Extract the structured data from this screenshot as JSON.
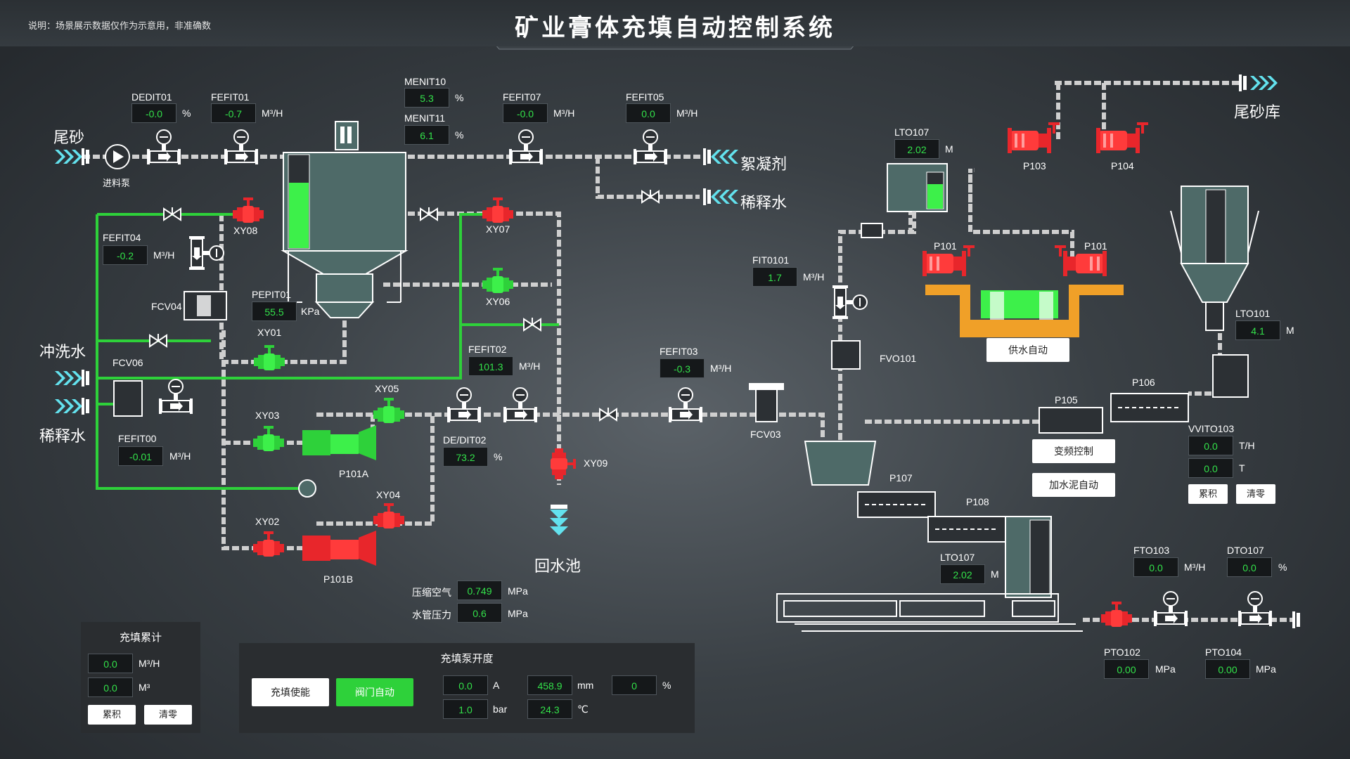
{
  "header": {
    "note": "说明：场景展示数据仅作为示意用，非准确数",
    "title": "矿业膏体充填自动控制系统"
  },
  "sources": {
    "tailings": "尾砂",
    "flush_water": "冲洗水",
    "dilution_water_left": "稀释水",
    "flocculant": "絮凝剂",
    "dilution_water_right": "稀释水",
    "tailings_store": "尾砂库",
    "return_pool": "回水池"
  },
  "instruments": {
    "dedit01": {
      "tag": "DEDIT01",
      "value": "-0.0",
      "unit": "%"
    },
    "fefit01": {
      "tag": "FEFIT01",
      "value": "-0.7",
      "unit": "M³/H"
    },
    "menit10": {
      "tag": "MENIT10",
      "value": "5.3",
      "unit": "%"
    },
    "menit11": {
      "tag": "MENIT11",
      "value": "6.1",
      "unit": "%"
    },
    "fefit07": {
      "tag": "FEFIT07",
      "value": "-0.0",
      "unit": "M³/H"
    },
    "fefit05": {
      "tag": "FEFIT05",
      "value": "0.0",
      "unit": "M³/H"
    },
    "fefit04": {
      "tag": "FEFIT04",
      "value": "-0.2",
      "unit": "M³/H"
    },
    "pepit01": {
      "tag": "PEPIT01",
      "value": "55.5",
      "unit": "KPa"
    },
    "fefit00": {
      "tag": "FEFIT00",
      "value": "-0.01",
      "unit": "M³/H"
    },
    "fefit02": {
      "tag": "FEFIT02",
      "value": "101.3",
      "unit": "M³/H"
    },
    "dedit02": {
      "tag": "DE/DIT02",
      "value": "73.2",
      "unit": "%"
    },
    "fefit03": {
      "tag": "FEFIT03",
      "value": "-0.3",
      "unit": "M³/H"
    },
    "fit0101": {
      "tag": "FIT0101",
      "value": "1.7",
      "unit": "M³/H"
    },
    "lto107a": {
      "tag": "LTO107",
      "value": "2.02",
      "unit": "M"
    },
    "lto101": {
      "tag": "LTO101",
      "value": "4.1",
      "unit": "M"
    },
    "vvito103": {
      "tag": "VVITO103",
      "value1": "0.0",
      "unit1": "T/H",
      "value2": "0.0",
      "unit2": "T"
    },
    "lto107b": {
      "tag": "LTO107",
      "value": "2.02",
      "unit": "M"
    },
    "fto103": {
      "tag": "FTO103",
      "value": "0.0",
      "unit": "M³/H"
    },
    "dto107": {
      "tag": "DTO107",
      "value": "0.0",
      "unit": "%"
    },
    "pto102": {
      "tag": "PTO102",
      "value": "0.00",
      "unit": "MPa"
    },
    "pto104": {
      "tag": "PTO104",
      "value": "0.00",
      "unit": "MPa"
    },
    "air": {
      "label": "压缩空气",
      "value": "0.749",
      "unit": "MPa"
    },
    "water_pressure": {
      "label": "水管压力",
      "value": "0.6",
      "unit": "MPa"
    }
  },
  "equipment": {
    "feed_pump": "进料泵",
    "fcv04": "FCV04",
    "fcv06": "FCV06",
    "xy08": "XY08",
    "xy07": "XY07",
    "xy06": "XY06",
    "xy01": "XY01",
    "xy05": "XY05",
    "xy03": "XY03",
    "xy04": "XY04",
    "xy02": "XY02",
    "xy09": "XY09",
    "p101a": "P101A",
    "p101b": "P101B",
    "fcv03": "FCV03",
    "fvo101": "FVO101",
    "p103": "P103",
    "p104": "P104",
    "p101_left": "P101",
    "p101_right": "P101",
    "p105": "P105",
    "p106": "P106",
    "p107": "P107",
    "p108": "P108"
  },
  "buttons": {
    "water_auto": "供水自动",
    "vfd_control": "变频控制",
    "cement_water_auto": "加水泥自动",
    "accumulate": "累积",
    "reset": "清零",
    "fill_enable": "充填使能",
    "valve_auto": "阀门自动"
  },
  "fill_total": {
    "title": "充填累计",
    "flow": "0.0",
    "flow_unit": "M³/H",
    "volume": "0.0",
    "volume_unit": "M³",
    "accumulate": "累积",
    "reset": "清零"
  },
  "pump_panel": {
    "title": "充填泵开度",
    "current": "0.0",
    "current_unit": "A",
    "stroke": "458.9",
    "stroke_unit": "mm",
    "opening": "0",
    "opening_unit": "%",
    "pressure": "1.0",
    "pressure_unit": "bar",
    "temperature": "24.3",
    "temperature_unit": "℃"
  },
  "colors": {
    "green": "#2ed13a",
    "red": "#e8262b",
    "pipe": "#c9c9c9",
    "tank": "#4e6a68",
    "orange": "#f0a028",
    "cyan": "#63e2ee"
  }
}
